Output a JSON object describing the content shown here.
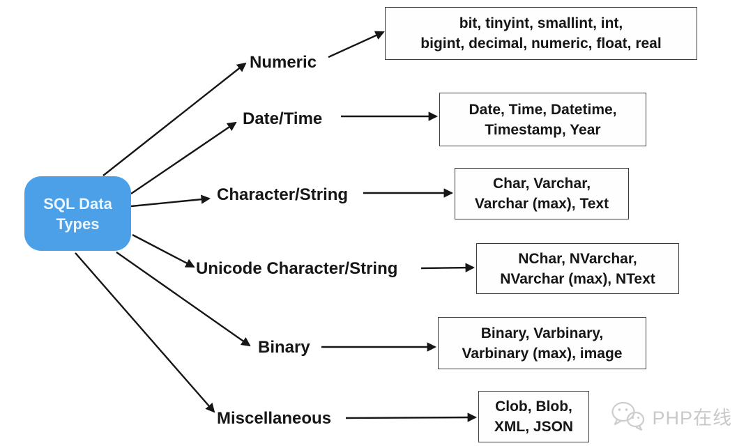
{
  "root": {
    "label_line1": "SQL Data",
    "label_line2": "Types",
    "fill_color": "#4BA0E8"
  },
  "branches": [
    {
      "label": "Numeric",
      "types_line1": "bit, tinyint, smallint, int,",
      "types_line2": "bigint, decimal, numeric, float, real"
    },
    {
      "label": "Date/Time",
      "types_line1": "Date, Time, Datetime,",
      "types_line2": "Timestamp, Year"
    },
    {
      "label": "Character/String",
      "types_line1": "Char, Varchar,",
      "types_line2": "Varchar (max), Text"
    },
    {
      "label": "Unicode Character/String",
      "types_line1": "NChar, NVarchar,",
      "types_line2": "NVarchar (max), NText"
    },
    {
      "label": "Binary",
      "types_line1": "Binary, Varbinary,",
      "types_line2": "Varbinary (max), image"
    },
    {
      "label": "Miscellaneous",
      "types_line1": "Clob, Blob,",
      "types_line2": "XML, JSON"
    }
  ],
  "watermark": {
    "text": "PHP在线",
    "icon": "wechat-icon",
    "color": "#c9c9c9"
  },
  "arrow_color": "#161616"
}
